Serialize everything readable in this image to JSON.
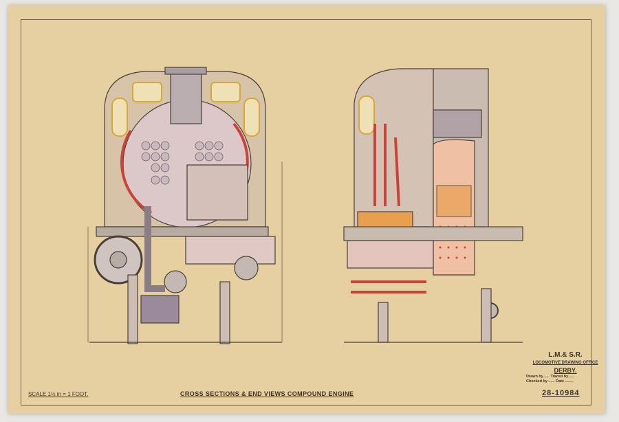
{
  "drawing": {
    "title": "CROSS SECTIONS & END VIEWS COMPOUND ENGINE",
    "scale": "SCALE 1½ in = 1 FOOT.",
    "number": "28-10984"
  },
  "title_block": {
    "company": "L.M.& S.R.",
    "office": "LOCOMOTIVE DRAWING OFFICE",
    "place": "DERBY.",
    "drawn_traced": "Drawn by ..... Traced by .....",
    "checked_date": "Checked by ...... Date ........"
  },
  "colors": {
    "paper": "#e6cfa1",
    "ink": "#3b3328",
    "red": "#c8443a",
    "yellow": "#e2b437",
    "purple": "#9a8a9c",
    "pink": "#e8a898",
    "orange": "#e8a050"
  }
}
